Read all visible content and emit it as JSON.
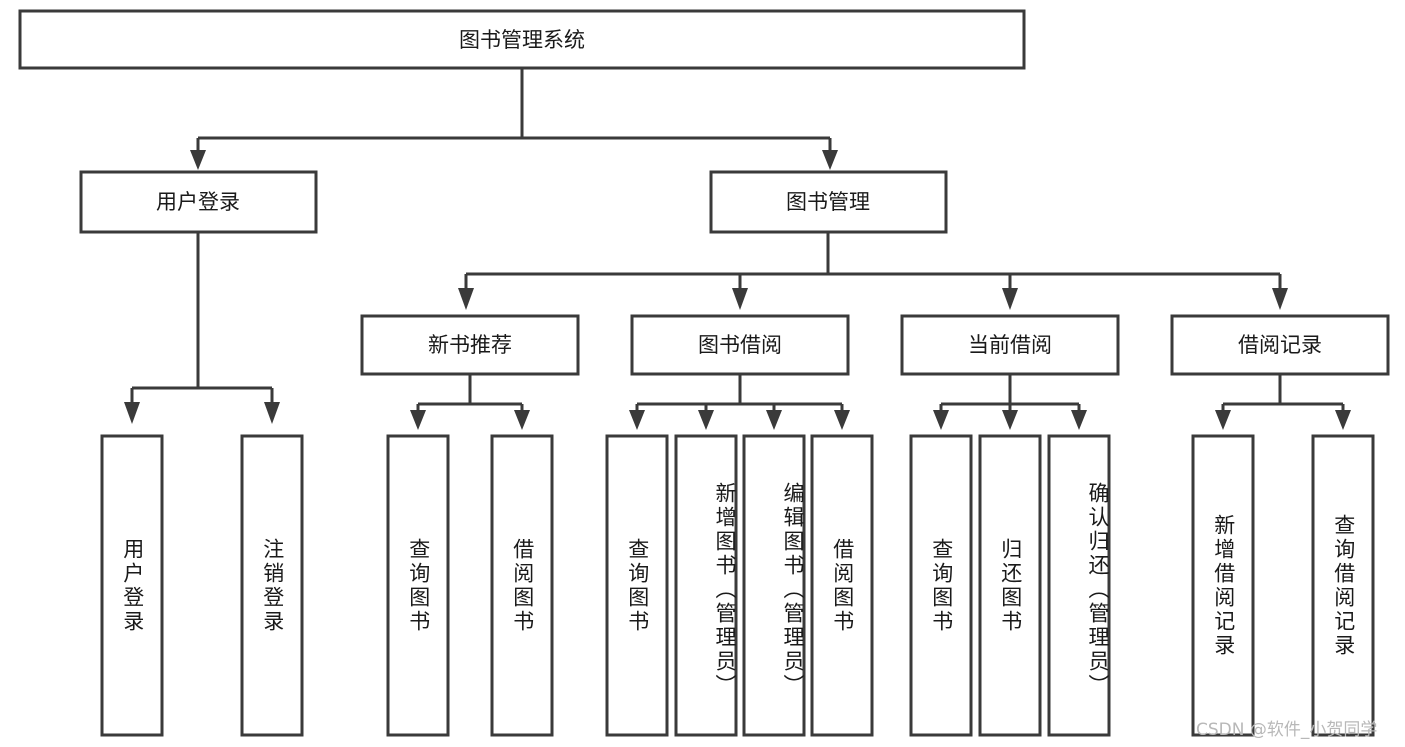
{
  "diagram": {
    "type": "tree",
    "title": "图书管理系统",
    "orientation": "top-down",
    "colors": {
      "stroke": "#3a3a3a",
      "fill": "#ffffff",
      "text": "#1a1a1a",
      "watermark": "#b8b8b8"
    },
    "root": {
      "label": "图书管理系统"
    },
    "level2": [
      {
        "label": "用户登录"
      },
      {
        "label": "图书管理"
      }
    ],
    "level3": [
      {
        "label": "新书推荐"
      },
      {
        "label": "图书借阅"
      },
      {
        "label": "当前借阅"
      },
      {
        "label": "借阅记录"
      }
    ],
    "leaves": {
      "user_login": [
        {
          "label": "用户登录"
        },
        {
          "label": "注销登录"
        }
      ],
      "new_book": [
        {
          "label": "查询图书"
        },
        {
          "label": "借阅图书"
        }
      ],
      "book_borrow": [
        {
          "label": "查询图书"
        },
        {
          "label": "新增图书（管理员）"
        },
        {
          "label": "编辑图书（管理员）"
        },
        {
          "label": "借阅图书"
        }
      ],
      "current_borrow": [
        {
          "label": "查询图书"
        },
        {
          "label": "归还图书"
        },
        {
          "label": "确认归还（管理员）"
        }
      ],
      "borrow_record": [
        {
          "label": "新增借阅记录"
        },
        {
          "label": "查询借阅记录"
        }
      ]
    },
    "watermark": "CSDN @软件_小贺同学"
  }
}
